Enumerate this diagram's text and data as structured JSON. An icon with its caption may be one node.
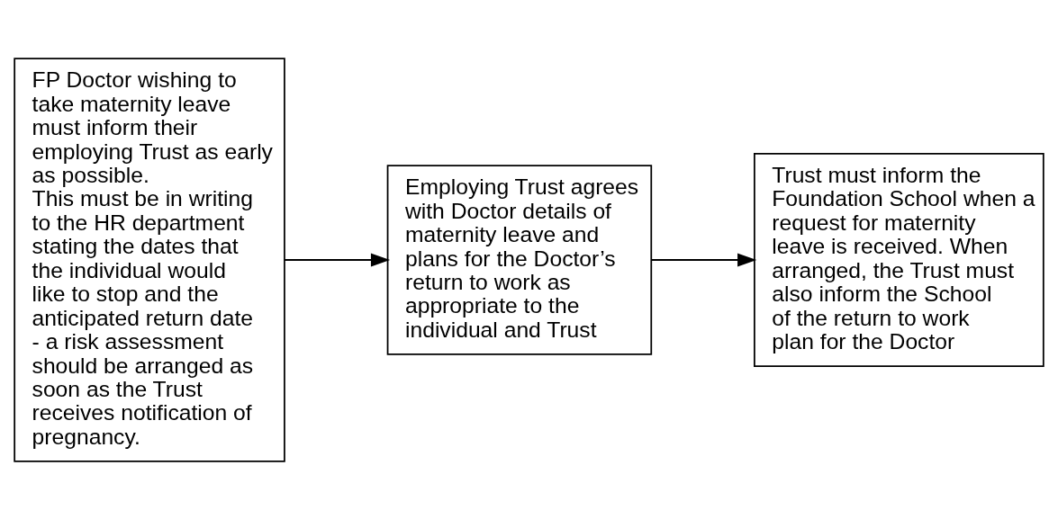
{
  "diagram": {
    "nodes": [
      {
        "text": [
          "FP Doctor wishing to take maternity leave must inform their employing Trust as early as possible.",
          "This must be in writing to the HR department stating the dates that the individual would like to stop and the anticipated return date - a risk assessment should be arranged as soon as the Trust receives notification of pregnancy."
        ]
      },
      {
        "text": [
          "Employing Trust agrees with Doctor details of maternity leave and plans for the Doctor’s return to work as appropriate to the individual and Trust"
        ]
      },
      {
        "text": [
          "Trust must inform the Foundation School when a request for maternity leave is received. When arranged, the Trust must also inform the School of the return to work plan for the Doctor"
        ]
      }
    ],
    "edges": [
      {
        "from": 0,
        "to": 1,
        "arrow": "to"
      },
      {
        "from": 1,
        "to": 2,
        "arrow": "to"
      }
    ]
  }
}
